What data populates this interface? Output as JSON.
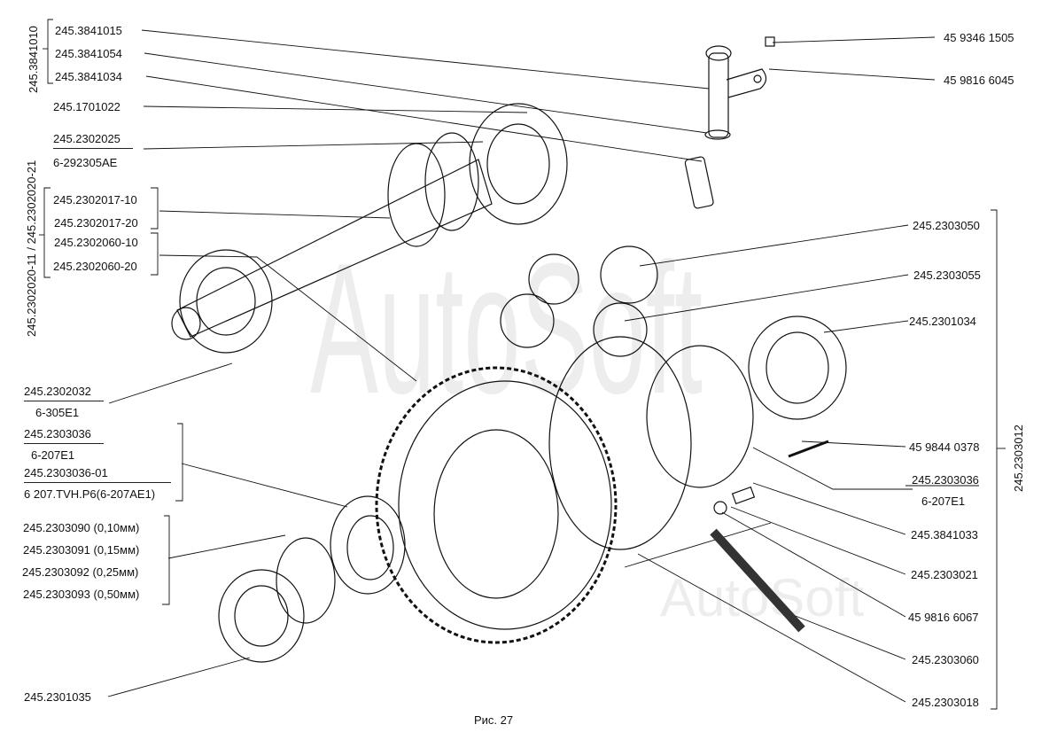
{
  "figure_caption": "Рис. 27",
  "watermark": "AutoSoft",
  "left_labels": {
    "group_3841010": "245.3841010",
    "p3841015": "245.3841015",
    "p3841054": "245.3841054",
    "p3841034": "245.3841034",
    "p1701022": "245.1701022",
    "p2302025": "245.2302025",
    "p2302025_bearing": "6-292305AE",
    "group_2302020": "245.2302020-11 / 245.2302020-21",
    "p2302017_10": "245.2302017-10",
    "p2302017_20": "245.2302017-20",
    "p2302060_10": "245.2302060-10",
    "p2302060_20": "245.2302060-20",
    "p2302032": "245.2302032",
    "p2302032_bearing": "6-305E1",
    "p2303036": "245.2303036",
    "p2303036_bearing": "6-207E1",
    "p2303036_01": "245.2303036-01",
    "p2303036_01_bearing": "6 207.TVH.P6(6-207AE1)",
    "shim_090": "245.2303090 (0,10мм)",
    "shim_091": "245.2303091 (0,15мм)",
    "shim_092": "245.2303092 (0,25мм)",
    "shim_093": "245.2303093 (0,50мм)",
    "p2301035": "245.2301035"
  },
  "right_labels": {
    "bolt_9346": "45 9346 1505",
    "washer_9816_6045": "45 9816 6045",
    "p2303050": "245.2303050",
    "p2303055": "245.2303055",
    "p2301034": "245.2301034",
    "pin_9844": "45 9844 0378",
    "p2303036": "245.2303036",
    "p2303036_bearing": "6-207E1",
    "p3841033": "245.3841033",
    "p2303021": "245.2303021",
    "washer_9816_6067": "45 9816 6067",
    "p2303060": "245.2303060",
    "p2303018": "245.2303018",
    "group_2303012": "245.2303012"
  }
}
